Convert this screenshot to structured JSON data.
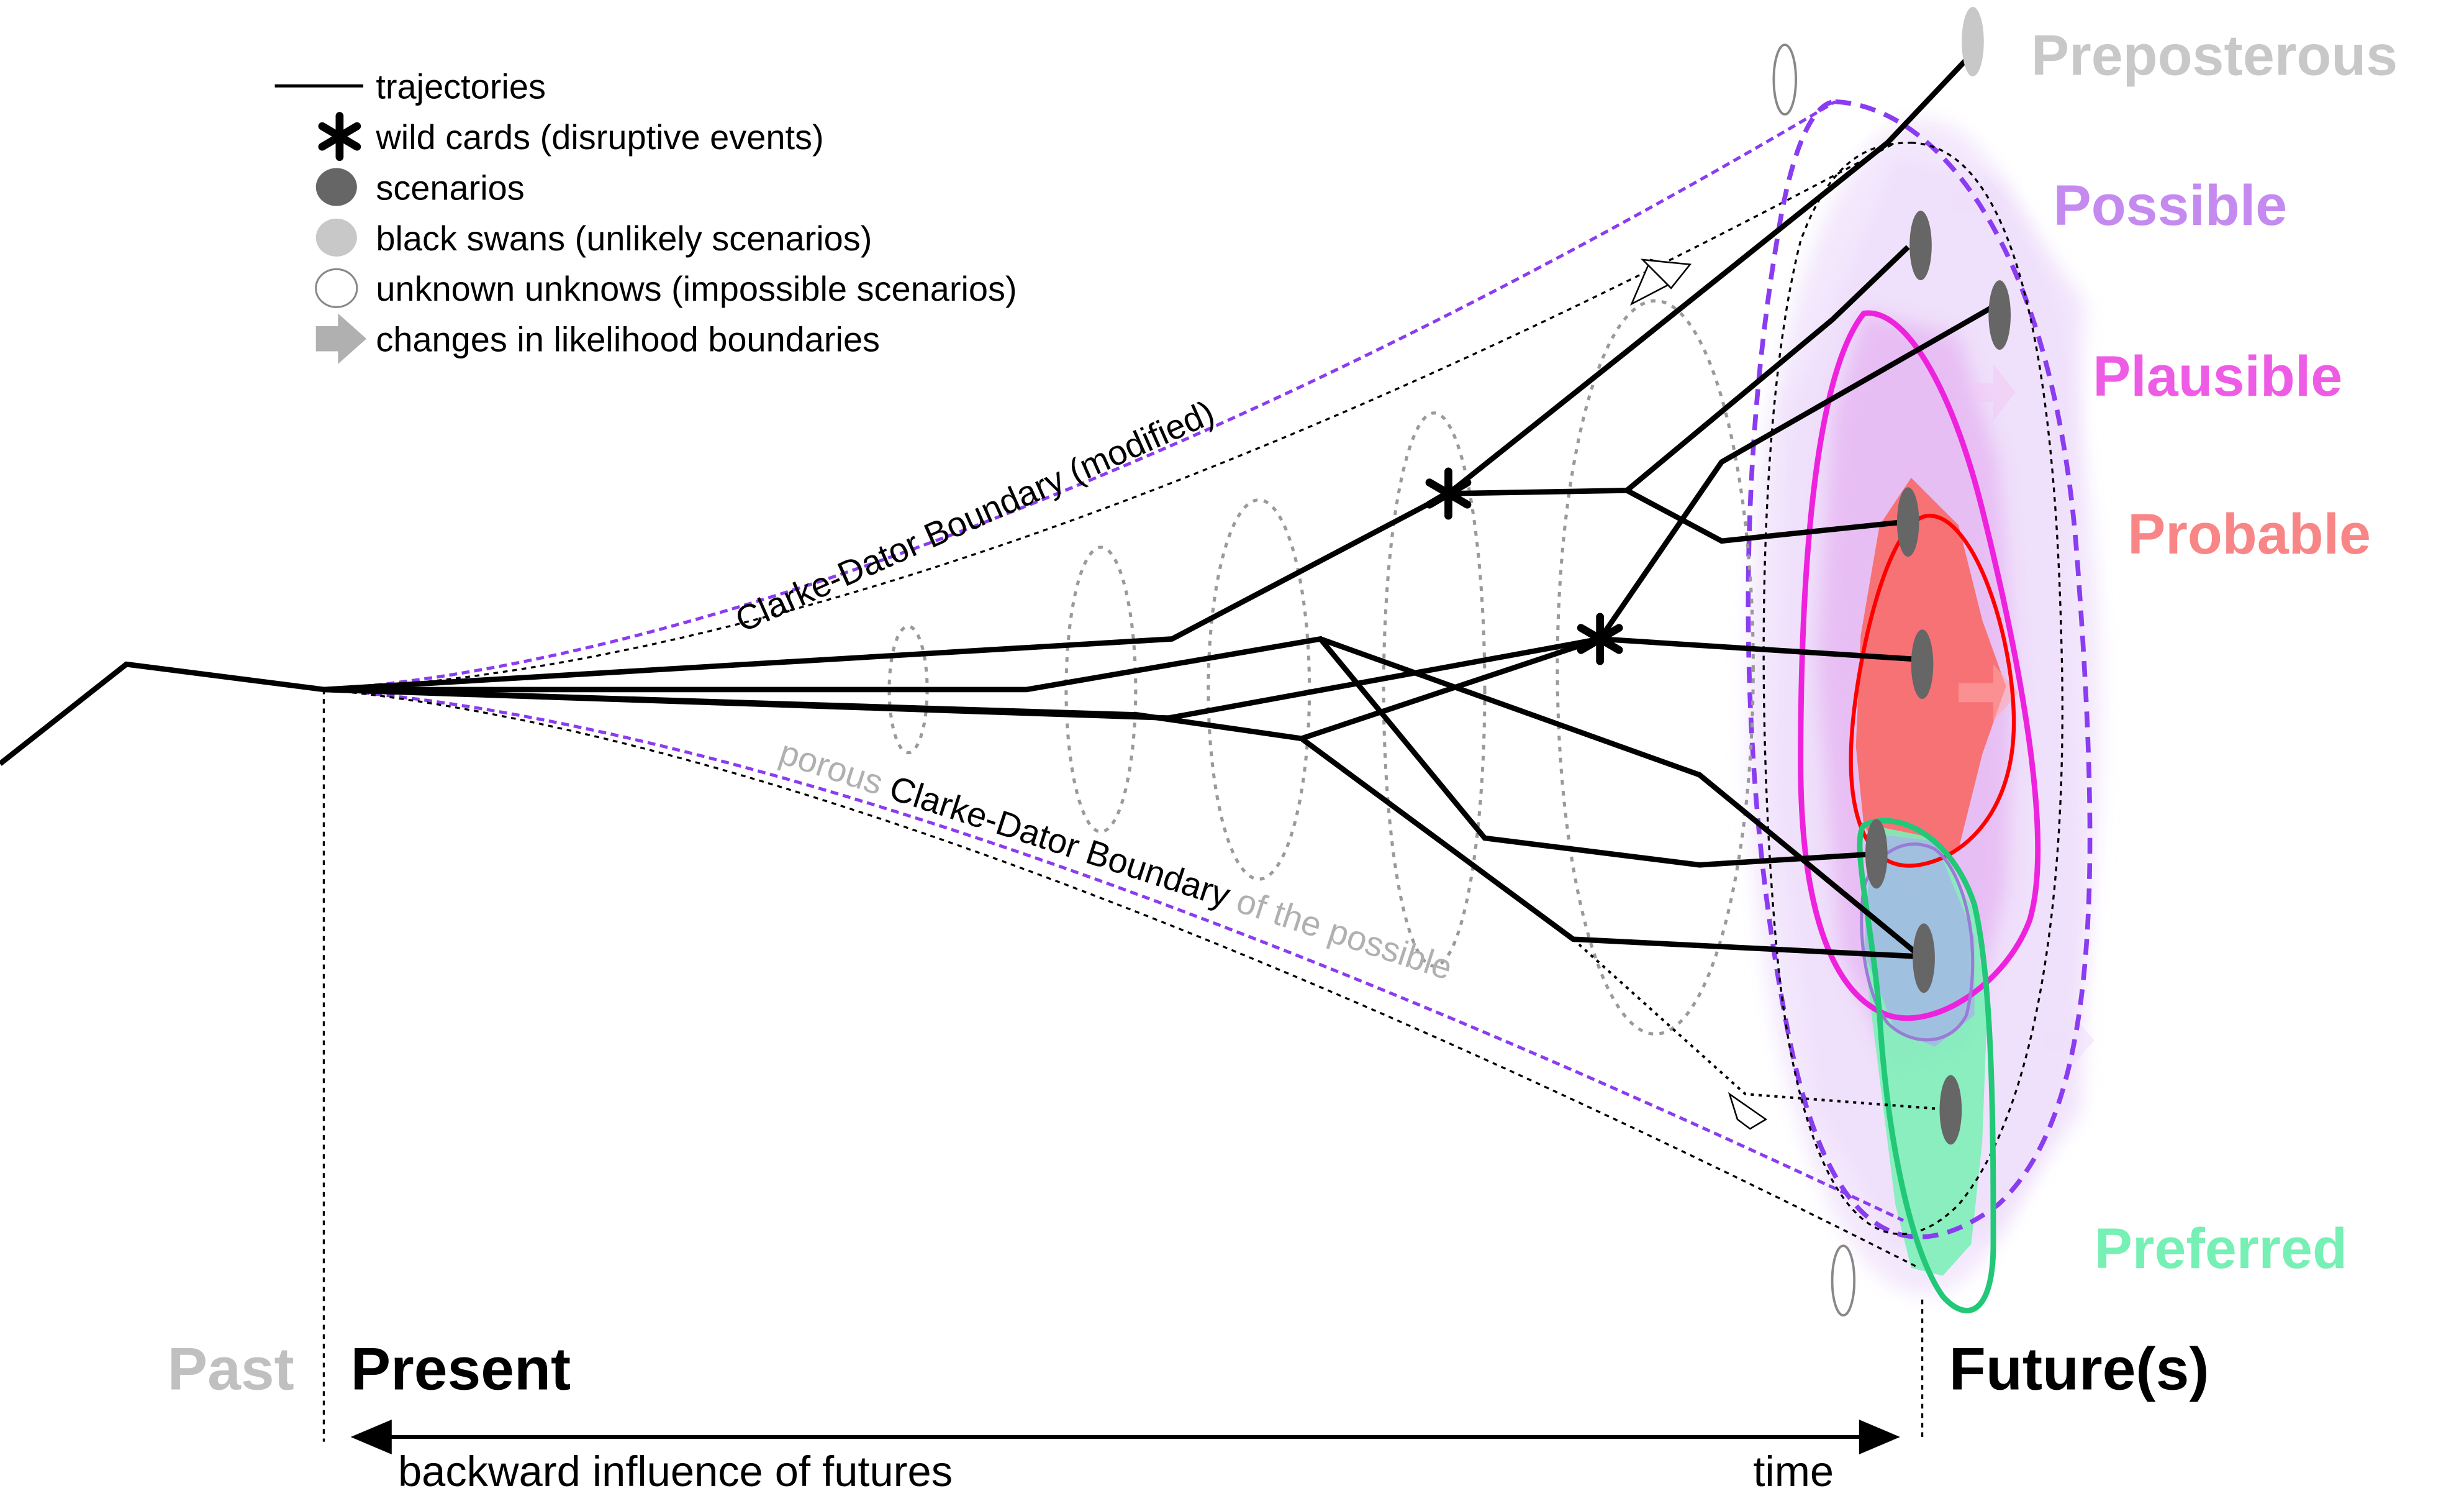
{
  "legend": {
    "items": [
      {
        "symbol": "line-icon",
        "label": "trajectories"
      },
      {
        "symbol": "asterisk-icon",
        "label": "wild cards (disruptive events)"
      },
      {
        "symbol": "dark-ellipse-icon",
        "label": "scenarios"
      },
      {
        "symbol": "light-ellipse-icon",
        "label": "black swans (unlikely scenarios)"
      },
      {
        "symbol": "outline-ellipse-icon",
        "label": "unknown unknows (impossible scenarios)"
      },
      {
        "symbol": "arrow-icon",
        "label": "changes in likelihood boundaries"
      }
    ]
  },
  "boundaries": {
    "upper": "Clarke-Dator Boundary (modified)",
    "lower_prefix": "porous ",
    "lower_main": "Clarke-Dator Boundary",
    "lower_suffix": " of the possible"
  },
  "cones": {
    "preposterous": "Preposterous",
    "possible": "Possible",
    "plausible": "Plausible",
    "probable": "Probable",
    "preferred": "Preferred"
  },
  "timeline": {
    "past": "Past",
    "present": "Present",
    "futures": "Future(s)",
    "backward": "backward influence of futures",
    "time": "time"
  },
  "colors": {
    "preposterous": "#c8c8c8",
    "possible": "#c58af0",
    "plausible": "#ee5ce6",
    "probable": "#f88686",
    "preferred": "#76f0b4",
    "boundary_dash": "#8a3cf0",
    "past_gray": "#c0c0c0"
  }
}
